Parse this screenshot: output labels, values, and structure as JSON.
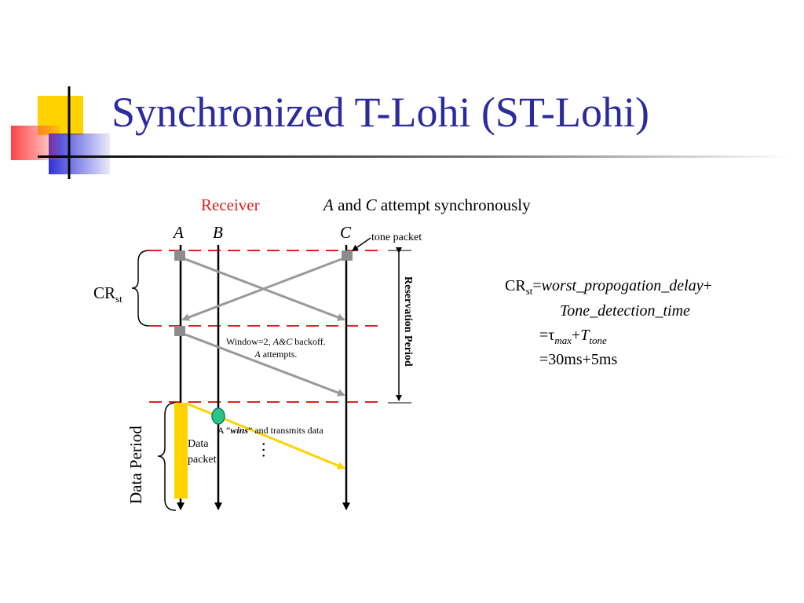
{
  "slide": {
    "title": "Synchronized T-Lohi (ST-Lohi)"
  },
  "diagram": {
    "receiver_label": "Receiver",
    "header": {
      "a": "A",
      "and": " and ",
      "c": "C",
      "rest": " attempt synchronously"
    },
    "nodes": {
      "a": "A",
      "b": "B",
      "c": "C"
    },
    "tone_packet_label": "tone packet",
    "reservation_period_label": "Reservation Period",
    "cr_st": {
      "base": "CR",
      "sub": "st"
    },
    "data_period_label": "Data Period",
    "window_note": {
      "line1_pre": "Window=2, ",
      "line1_ac": "A&C",
      "line1_post": " backoff.",
      "line2_a": "A",
      "line2_post": " attempts."
    },
    "wins_note": {
      "pre": "A “",
      "bold": "wins",
      "post": "” and transmits data"
    },
    "data_packet_label": {
      "line1": "Data",
      "line2": "packet"
    },
    "ellipsis": "…",
    "colors": {
      "red_dash": "#e02020",
      "gray_arrow": "#999999",
      "yellow": "#ffd200",
      "green_dot": "#29c48a",
      "title_blue": "#2b2b9e"
    }
  },
  "formula": {
    "cr": "CR",
    "cr_sub": "st",
    "eq1": "=",
    "worst_delay": "worst_propogation_delay",
    "plus1": "+",
    "tone_detection": "Tone_detection_time",
    "eq2": "=τ",
    "max_sub": "max",
    "plus2": "+",
    "t": "T",
    "tone_sub": "tone",
    "eq3": "=30ms+5ms"
  }
}
